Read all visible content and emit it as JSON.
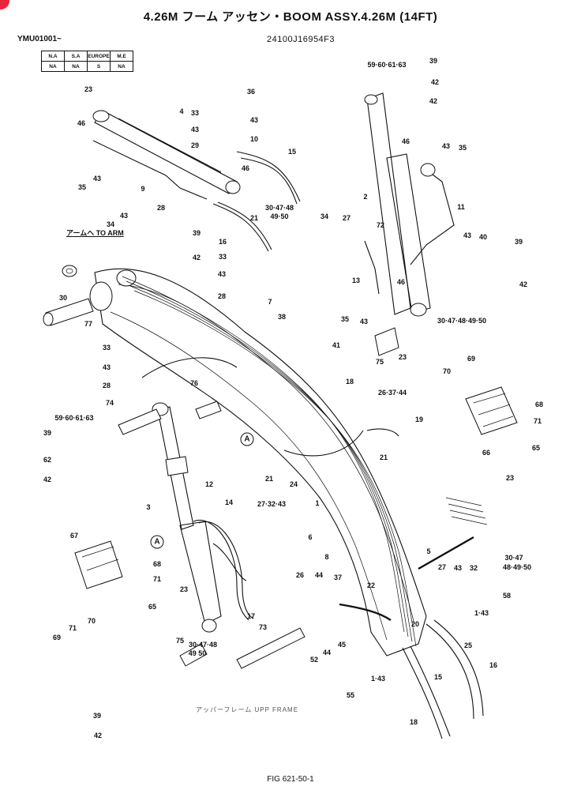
{
  "header": {
    "title": "4.26M フーム アッセン・BOOM ASSY.4.26M (14FT)",
    "serial": "YMU01001~",
    "part_number": "24100J16954F3"
  },
  "region_table": {
    "headers": [
      "N.A",
      "S.A",
      "EUROPE",
      "M.E"
    ],
    "values": [
      "NA",
      "NA",
      "S",
      "NA"
    ]
  },
  "figure_number": "FIG 621-50-1",
  "annotations": {
    "to_arm": "アームへ TO ARM",
    "callout_a": "A",
    "ref_frame": "アッパーフレーム UPP FRAME"
  },
  "part_labels": [
    "23",
    "36",
    "4",
    "33",
    "43",
    "46",
    "43",
    "10",
    "15",
    "29",
    "46",
    "35",
    "43",
    "9",
    "30·47·48",
    "49·50",
    "21",
    "28",
    "16",
    "43",
    "34",
    "39",
    "42",
    "33",
    "43",
    "28",
    "30",
    "77",
    "7",
    "38",
    "33",
    "43",
    "28",
    "59·60·61·63",
    "39",
    "62",
    "42",
    "74",
    "76",
    "3",
    "12",
    "14",
    "67",
    "68",
    "71",
    "65",
    "69",
    "71",
    "70",
    "23",
    "73",
    "75",
    "30·47·48",
    "49 50",
    "17",
    "39",
    "42",
    "59·60·61·63",
    "39",
    "62",
    "42",
    "46",
    "43",
    "35",
    "2",
    "11",
    "34",
    "27",
    "72",
    "43",
    "40",
    "39",
    "13",
    "46",
    "42",
    "35",
    "43",
    "30·47·48·49·50",
    "41",
    "75",
    "23",
    "18",
    "26·37·44",
    "69",
    "70",
    "19",
    "68",
    "71",
    "66",
    "65",
    "21",
    "24",
    "21",
    "27·32·43",
    "1",
    "6",
    "8",
    "22",
    "5",
    "23",
    "20",
    "30·47",
    "48·49·50",
    "27",
    "43",
    "32",
    "58",
    "1·43",
    "25",
    "16",
    "15",
    "18",
    "26",
    "44",
    "37",
    "44",
    "45",
    "52",
    "1·43",
    "55",
    "39",
    "42"
  ]
}
